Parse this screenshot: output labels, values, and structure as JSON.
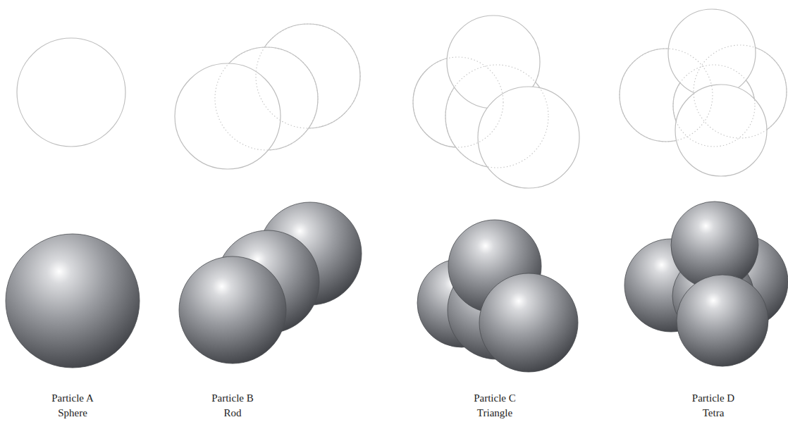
{
  "diagram": {
    "labels": [
      "Particle A",
      "Sphere",
      "Particle B",
      "Rod",
      "Particle C",
      "Triangle",
      "Particle D",
      "Tetra"
    ]
  }
}
